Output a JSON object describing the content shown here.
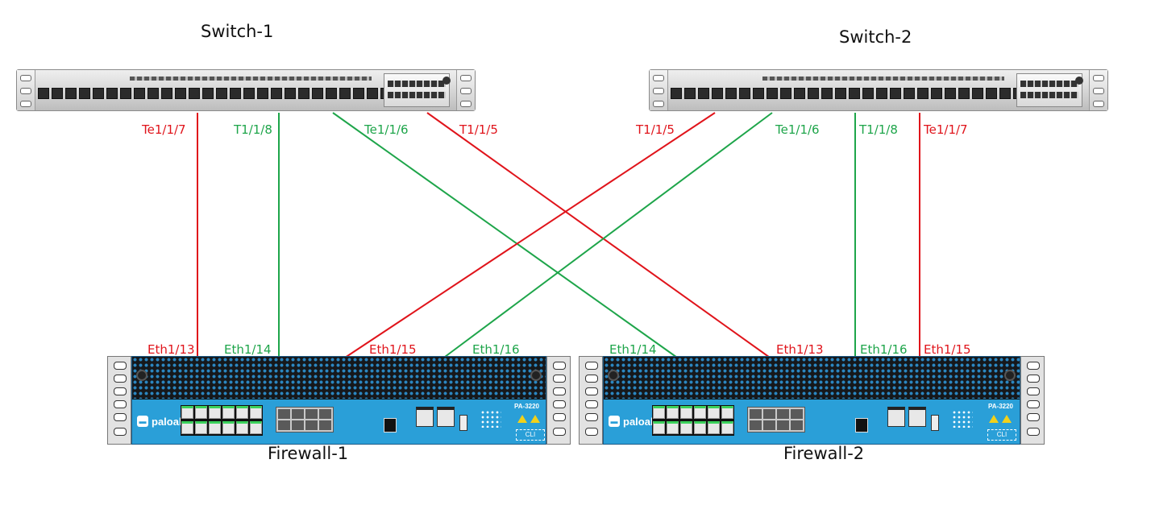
{
  "colors": {
    "red": "#e0141b",
    "green": "#1ea54a",
    "firewall_blue": "#2a9fd8"
  },
  "devices": {
    "switch1": {
      "label": "Switch-1"
    },
    "switch2": {
      "label": "Switch-2"
    },
    "firewall1": {
      "label": "Firewall-1",
      "brand": "paloalto",
      "model": "PA-3220",
      "cli": "CLI"
    },
    "firewall2": {
      "label": "Firewall-2",
      "brand": "paloalto",
      "model": "PA-3220",
      "cli": "CLI"
    }
  },
  "links": [
    {
      "id": "l1",
      "from": "switch1",
      "from_port": "Te1/1/7",
      "to": "firewall1",
      "to_port": "Eth1/13",
      "color": "red"
    },
    {
      "id": "l2",
      "from": "switch1",
      "from_port": "T1/1/8",
      "to": "firewall1",
      "to_port": "Eth1/14",
      "color": "green"
    },
    {
      "id": "l3",
      "from": "switch1",
      "from_port": "Te1/1/6",
      "to": "firewall2",
      "to_port": "Eth1/14",
      "color": "green"
    },
    {
      "id": "l4",
      "from": "switch1",
      "from_port": "T1/1/5",
      "to": "firewall2",
      "to_port": "Eth1/13",
      "color": "red"
    },
    {
      "id": "l5",
      "from": "switch2",
      "from_port": "T1/1/5",
      "to": "firewall1",
      "to_port": "Eth1/15",
      "color": "red"
    },
    {
      "id": "l6",
      "from": "switch2",
      "from_port": "Te1/1/6",
      "to": "firewall1",
      "to_port": "Eth1/16",
      "color": "green"
    },
    {
      "id": "l7",
      "from": "switch2",
      "from_port": "T1/1/8",
      "to": "firewall2",
      "to_port": "Eth1/16",
      "color": "green"
    },
    {
      "id": "l8",
      "from": "switch2",
      "from_port": "Te1/1/7",
      "to": "firewall2",
      "to_port": "Eth1/15",
      "color": "red"
    }
  ]
}
